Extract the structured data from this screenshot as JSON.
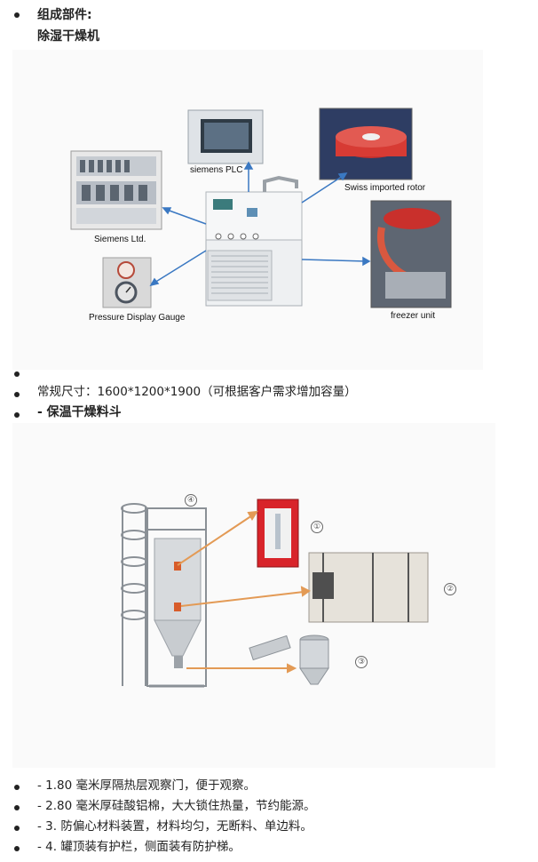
{
  "section1": {
    "heading": "组成部件:",
    "subheading": "除湿干燥机"
  },
  "figure1": {
    "labels": {
      "plc": "siemens PLC",
      "rotor": "Swiss imported rotor",
      "siemens": "Siemens Ltd.",
      "gauge": "Pressure Display Gauge",
      "freezer": "freezer unit"
    }
  },
  "bullets_mid": [
    "",
    "常规尺寸：1600*1200*1900（可根据客户需求增加容量）",
    "- 保温干燥料斗"
  ],
  "figure2": {
    "numbers": [
      "①",
      "②",
      "③",
      "④"
    ]
  },
  "bullets_bottom": [
    "- 1.80  毫米厚隔热层观察门，便于观察。",
    "- 2.80  毫米厚硅酸铝棉，大大锁住热量，节约能源。",
    "- 3.  防偏心材料装置，材料均匀，无断料、单边料。",
    "- 4.  罐顶装有护栏，侧面装有防护梯。"
  ],
  "colors": {
    "arrow_blue": "#3a78c2",
    "arrow_orange": "#e39a55"
  }
}
